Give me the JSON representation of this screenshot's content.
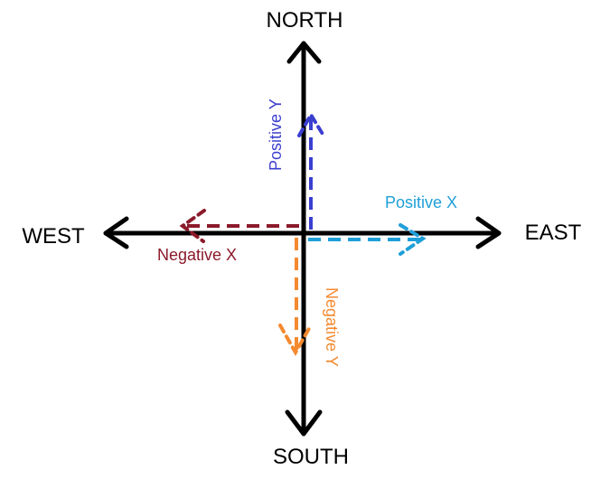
{
  "labels": {
    "north": "NORTH",
    "south": "SOUTH",
    "east": "EAST",
    "west": "WEST"
  },
  "vectors": {
    "positive_x": {
      "label": "Positive X",
      "color": "#1f9fd8"
    },
    "negative_x": {
      "label": "Negative X",
      "color": "#8b1a2b"
    },
    "positive_y": {
      "label": "Positive Y",
      "color": "#3b3fcf"
    },
    "negative_y": {
      "label": "Negative Y",
      "color": "#f48a30"
    }
  },
  "colors": {
    "axis": "#000000",
    "background": "#ffffff"
  }
}
